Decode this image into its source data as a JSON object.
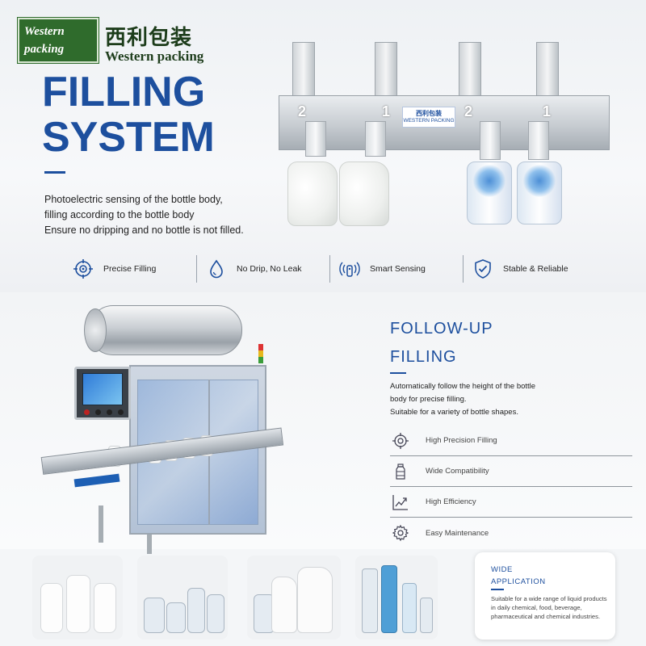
{
  "brand": {
    "logo_line1": "Western",
    "logo_line2": "packing",
    "name_cn": "西利包装",
    "name_en": "Western packing"
  },
  "hero": {
    "title_line1": "FILLING",
    "title_line2": "SYSTEM",
    "description": [
      "Photoelectric sensing of the bottle body,",
      "filling according to the bottle body",
      "Ensure no dripping and no bottle is not filled."
    ]
  },
  "machine_top": {
    "plate_cn": "西利包装",
    "plate_en": "Western packing",
    "plate_en_small": "WESTERN PACKING",
    "nozzle_numbers": [
      "2",
      "1",
      "2",
      "1"
    ]
  },
  "features": [
    {
      "icon": "target-icon",
      "label": "Precise Filling"
    },
    {
      "icon": "droplet-icon",
      "label": "No Drip, No Leak"
    },
    {
      "icon": "sensor-icon",
      "label": "Smart Sensing"
    },
    {
      "icon": "shield-check-icon",
      "label": "Stable & Reliable"
    }
  ],
  "followup": {
    "title_line1": "FOLLOW-UP",
    "title_line2": "FILLING",
    "description": [
      "Automatically follow the height of the bottle",
      "body for precise filling.",
      "Suitable for a variety of bottle shapes."
    ],
    "items": [
      {
        "icon": "target-icon",
        "label": "High Precision Filling"
      },
      {
        "icon": "bottle-icon",
        "label": "Wide Compatibility"
      },
      {
        "icon": "chart-up-icon",
        "label": "High Efficiency"
      },
      {
        "icon": "gear-icon",
        "label": "Easy Maintenance"
      }
    ]
  },
  "application": {
    "title_line1": "WIDE",
    "title_line2": "APPLICATION",
    "description": "Suitable for a wide range of liquid products in daily chemical, food, beverage, pharmaceutical and chemical industries."
  },
  "colors": {
    "accent": "#1d4f9e",
    "logo_green": "#2f6b2c"
  }
}
